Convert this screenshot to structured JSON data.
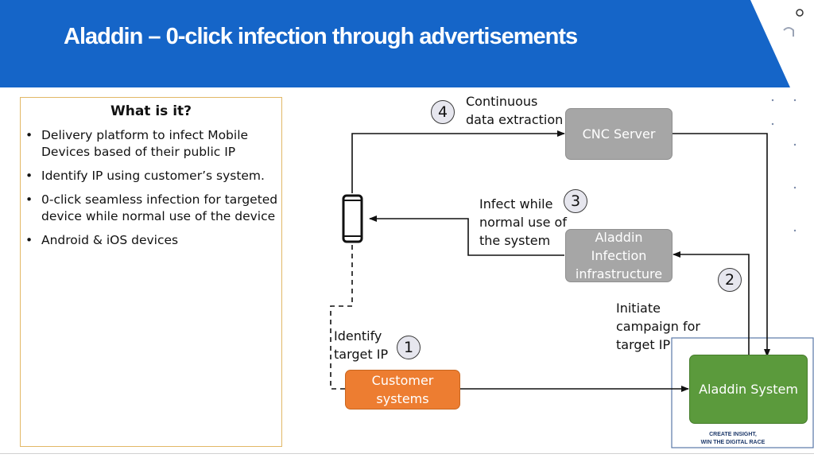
{
  "title": "Aladdin – 0-click infection through advertisements",
  "panel": {
    "heading": "What is it?",
    "bullets": [
      "Delivery platform to infect Mobile Devices based of their public IP",
      "Identify IP using customer’s system.",
      "0-click seamless infection for targeted device while normal use of the device",
      "Android & iOS devices"
    ]
  },
  "diagram": {
    "cnc_server": "CNC Server",
    "infection_infra": "Aladdin Infection infrastructure",
    "customer_systems": "Customer systems",
    "aladdin_system": "Aladdin System",
    "step1": {
      "num": "1",
      "label": "Identify\ntarget IP"
    },
    "step2": {
      "num": "2",
      "label": "Initiate\ncampaign for\ntarget IP"
    },
    "step3": {
      "num": "3",
      "label": "Infect while\nnormal use of\nthe system"
    },
    "step4": {
      "num": "4",
      "label": "Continuous\ndata extraction"
    },
    "colors": {
      "customer": "#ed7d31",
      "aladdin": "#5b9a3c",
      "gray_box": "#a6a6a6"
    },
    "icons": [
      "mobile-phone-icon"
    ]
  },
  "footer": {
    "line1": "CREATE INSIGHT,",
    "line2": "WIN THE DIGITAL RACE"
  }
}
